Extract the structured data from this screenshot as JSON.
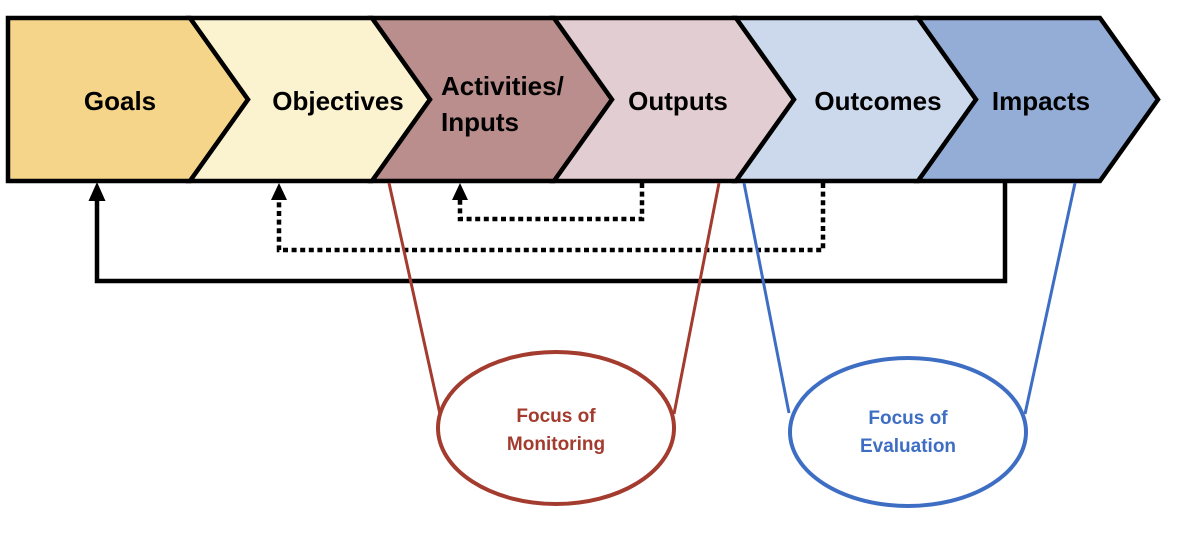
{
  "diagram": {
    "arrow_color": "#000000",
    "border_color": "#000000",
    "chevrons": [
      {
        "label": "Goals",
        "color": "#F5D589"
      },
      {
        "label": "Objectives",
        "color": "#FBF2CF"
      },
      {
        "label": "Activities/Inputs",
        "line1": "Activities/",
        "line2": "Inputs",
        "color": "#B98E8C"
      },
      {
        "label": "Outputs",
        "color": "#E2CDD3"
      },
      {
        "label": "Outcomes",
        "color": "#CCD9EC"
      },
      {
        "label": "Impacts",
        "color": "#94ADD6"
      }
    ],
    "feedback_arrows": [
      {
        "from": "Impacts",
        "to": "Goals",
        "line_style": "solid"
      },
      {
        "from": "Outcomes",
        "to": "Objectives",
        "line_style": "dotted"
      },
      {
        "from": "Outputs",
        "to": "Activities/Inputs",
        "line_style": "dotted"
      }
    ],
    "focus_ellipses": [
      {
        "label": "Focus of Monitoring",
        "line1": "Focus of",
        "line2": "Monitoring",
        "color": "#A33B2E",
        "spans": [
          "Activities/Inputs",
          "Outputs"
        ]
      },
      {
        "label": "Focus of Evaluation",
        "line1": "Focus of",
        "line2": "Evaluation",
        "color": "#3E6EC4",
        "spans": [
          "Outcomes",
          "Impacts"
        ]
      }
    ]
  }
}
